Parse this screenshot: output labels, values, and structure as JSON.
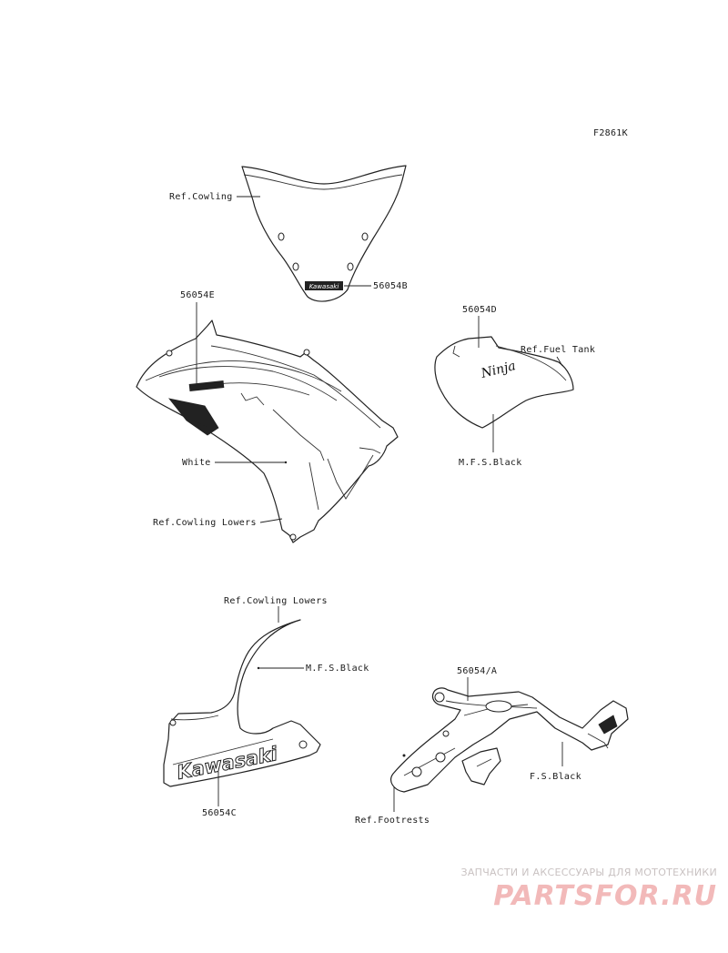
{
  "figure_code": "F2861K",
  "labels": {
    "ref_cowling": "Ref.Cowling",
    "part_56054b": "56054B",
    "part_56054e": "56054E",
    "white": "White",
    "ref_cowling_lowers_1": "Ref.Cowling Lowers",
    "part_56054d": "56054D",
    "ref_fuel_tank": "Ref.Fuel Tank",
    "mfs_black_1": "M.F.S.Black",
    "ref_cowling_lowers_2": "Ref.Cowling Lowers",
    "mfs_black_2": "M.F.S.Black",
    "part_56054c": "56054C",
    "part_56054a": "56054/A",
    "fs_black": "F.S.Black",
    "ref_footrests": "Ref.Footrests"
  },
  "decal_text": {
    "windscreen_logo": "Kawasaki",
    "lower_logo": "Kawasaki",
    "tank_logo": "Ninja"
  },
  "watermark": {
    "subtitle": "ЗАПЧАСТИ И АКСЕССУАРЫ ДЛЯ МОТОТЕХНИКИ",
    "brand": "PARTSFOR.RU"
  }
}
